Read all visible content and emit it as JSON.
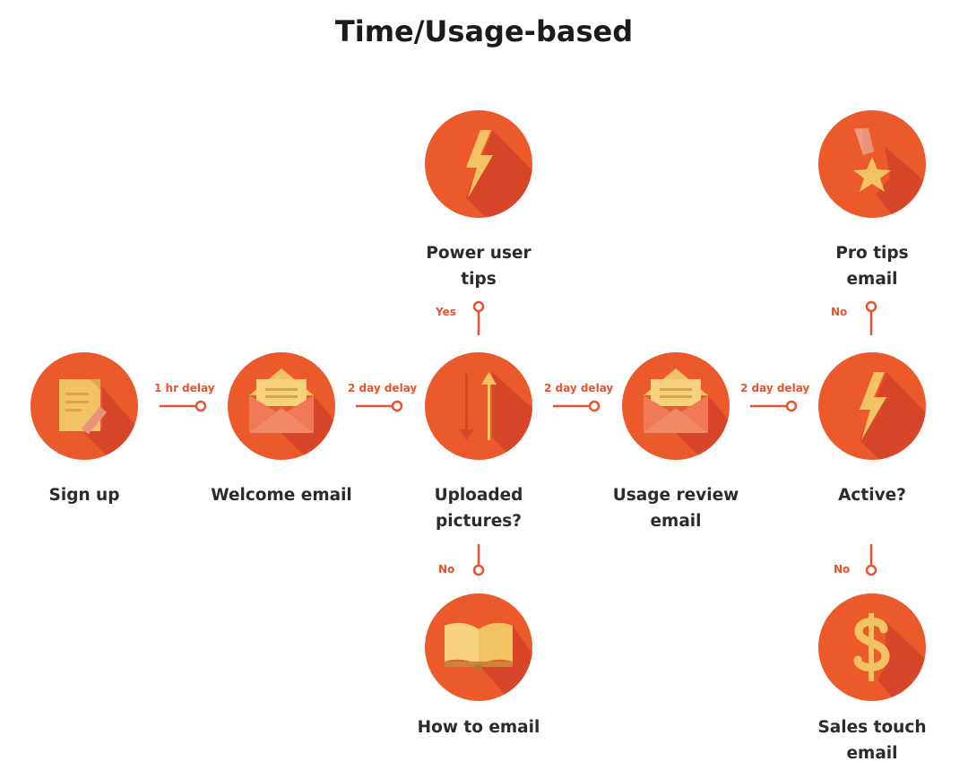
{
  "title": "Time/Usage-based",
  "nodes": {
    "sign_up": {
      "lines": [
        "Sign up"
      ],
      "icon": "document-pen-icon"
    },
    "welcome": {
      "lines": [
        "Welcome email"
      ],
      "icon": "open-envelope-icon"
    },
    "uploaded": {
      "lines": [
        "Uploaded",
        "pictures?"
      ],
      "icon": "up-down-arrows-icon"
    },
    "usage_review": {
      "lines": [
        "Usage review",
        "email"
      ],
      "icon": "open-envelope-icon"
    },
    "active": {
      "lines": [
        "Active?"
      ],
      "icon": "lightning-icon"
    },
    "power_user": {
      "lines": [
        "Power user",
        "tips"
      ],
      "icon": "lightning-icon"
    },
    "pro_tips": {
      "lines": [
        "Pro tips",
        "email"
      ],
      "icon": "star-medal-icon"
    },
    "how_to": {
      "lines": [
        "How to email"
      ],
      "icon": "open-book-icon"
    },
    "sales_touch": {
      "lines": [
        "Sales touch",
        "email"
      ],
      "icon": "dollar-icon"
    }
  },
  "connectors": {
    "signup_welcome": "1 hr delay",
    "welcome_uploaded": "2 day delay",
    "uploaded_usage": "2 day delay",
    "usage_active": "2 day delay",
    "uploaded_power": "Yes",
    "uploaded_howto": "No",
    "active_pro": "No",
    "active_sales": "No"
  },
  "colors": {
    "circle": "#ec5a2c",
    "shadow": "#d8462a",
    "icon": "#f2c365",
    "connector": "#e8522e",
    "text": "#2b2b2b"
  }
}
